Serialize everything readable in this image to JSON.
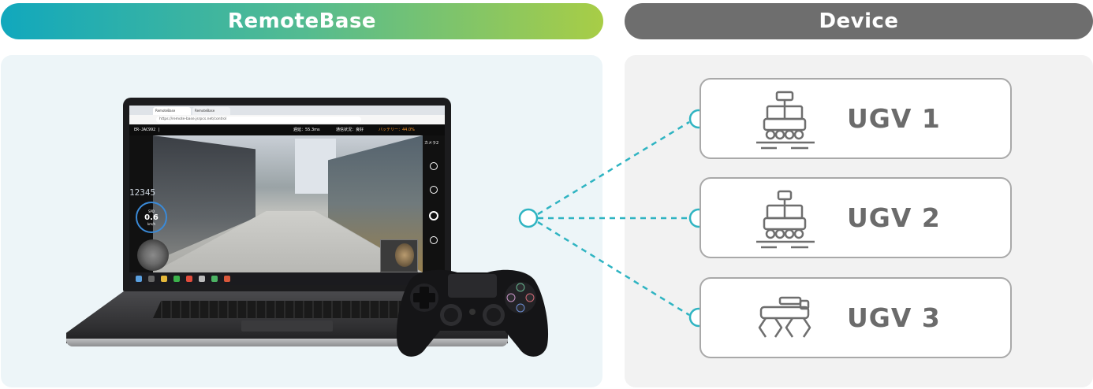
{
  "header": {
    "left_title": "RemoteBase",
    "right_title": "Device"
  },
  "colors": {
    "header_gradient": [
      "#11a8bd",
      "#53bb91",
      "#a8cd46"
    ],
    "device_header": "#6e6e6e",
    "connector": "#2fb4c2",
    "device_border": "#a9a9a9",
    "device_label": "#6b6b6b"
  },
  "laptop_screen": {
    "tabs": [
      "RemoteBase",
      "RemoteBase"
    ],
    "url": "https://remote-base.jsrpcs.net/control",
    "device_id": "ER-JAC992 |",
    "latency": "遅延：55.3ms",
    "network": "通信状況：良好",
    "battery": "バッテリー：44.0%",
    "camera_label": "カメラ2",
    "overlay_number": "12345",
    "speed_label": "SPD",
    "speed_value": "0.6",
    "speed_unit": "km/h"
  },
  "devices": [
    {
      "label": "UGV 1",
      "icon": "wheeled-robot-icon"
    },
    {
      "label": "UGV 2",
      "icon": "wheeled-robot-icon"
    },
    {
      "label": "UGV 3",
      "icon": "quadruped-robot-icon"
    }
  ]
}
